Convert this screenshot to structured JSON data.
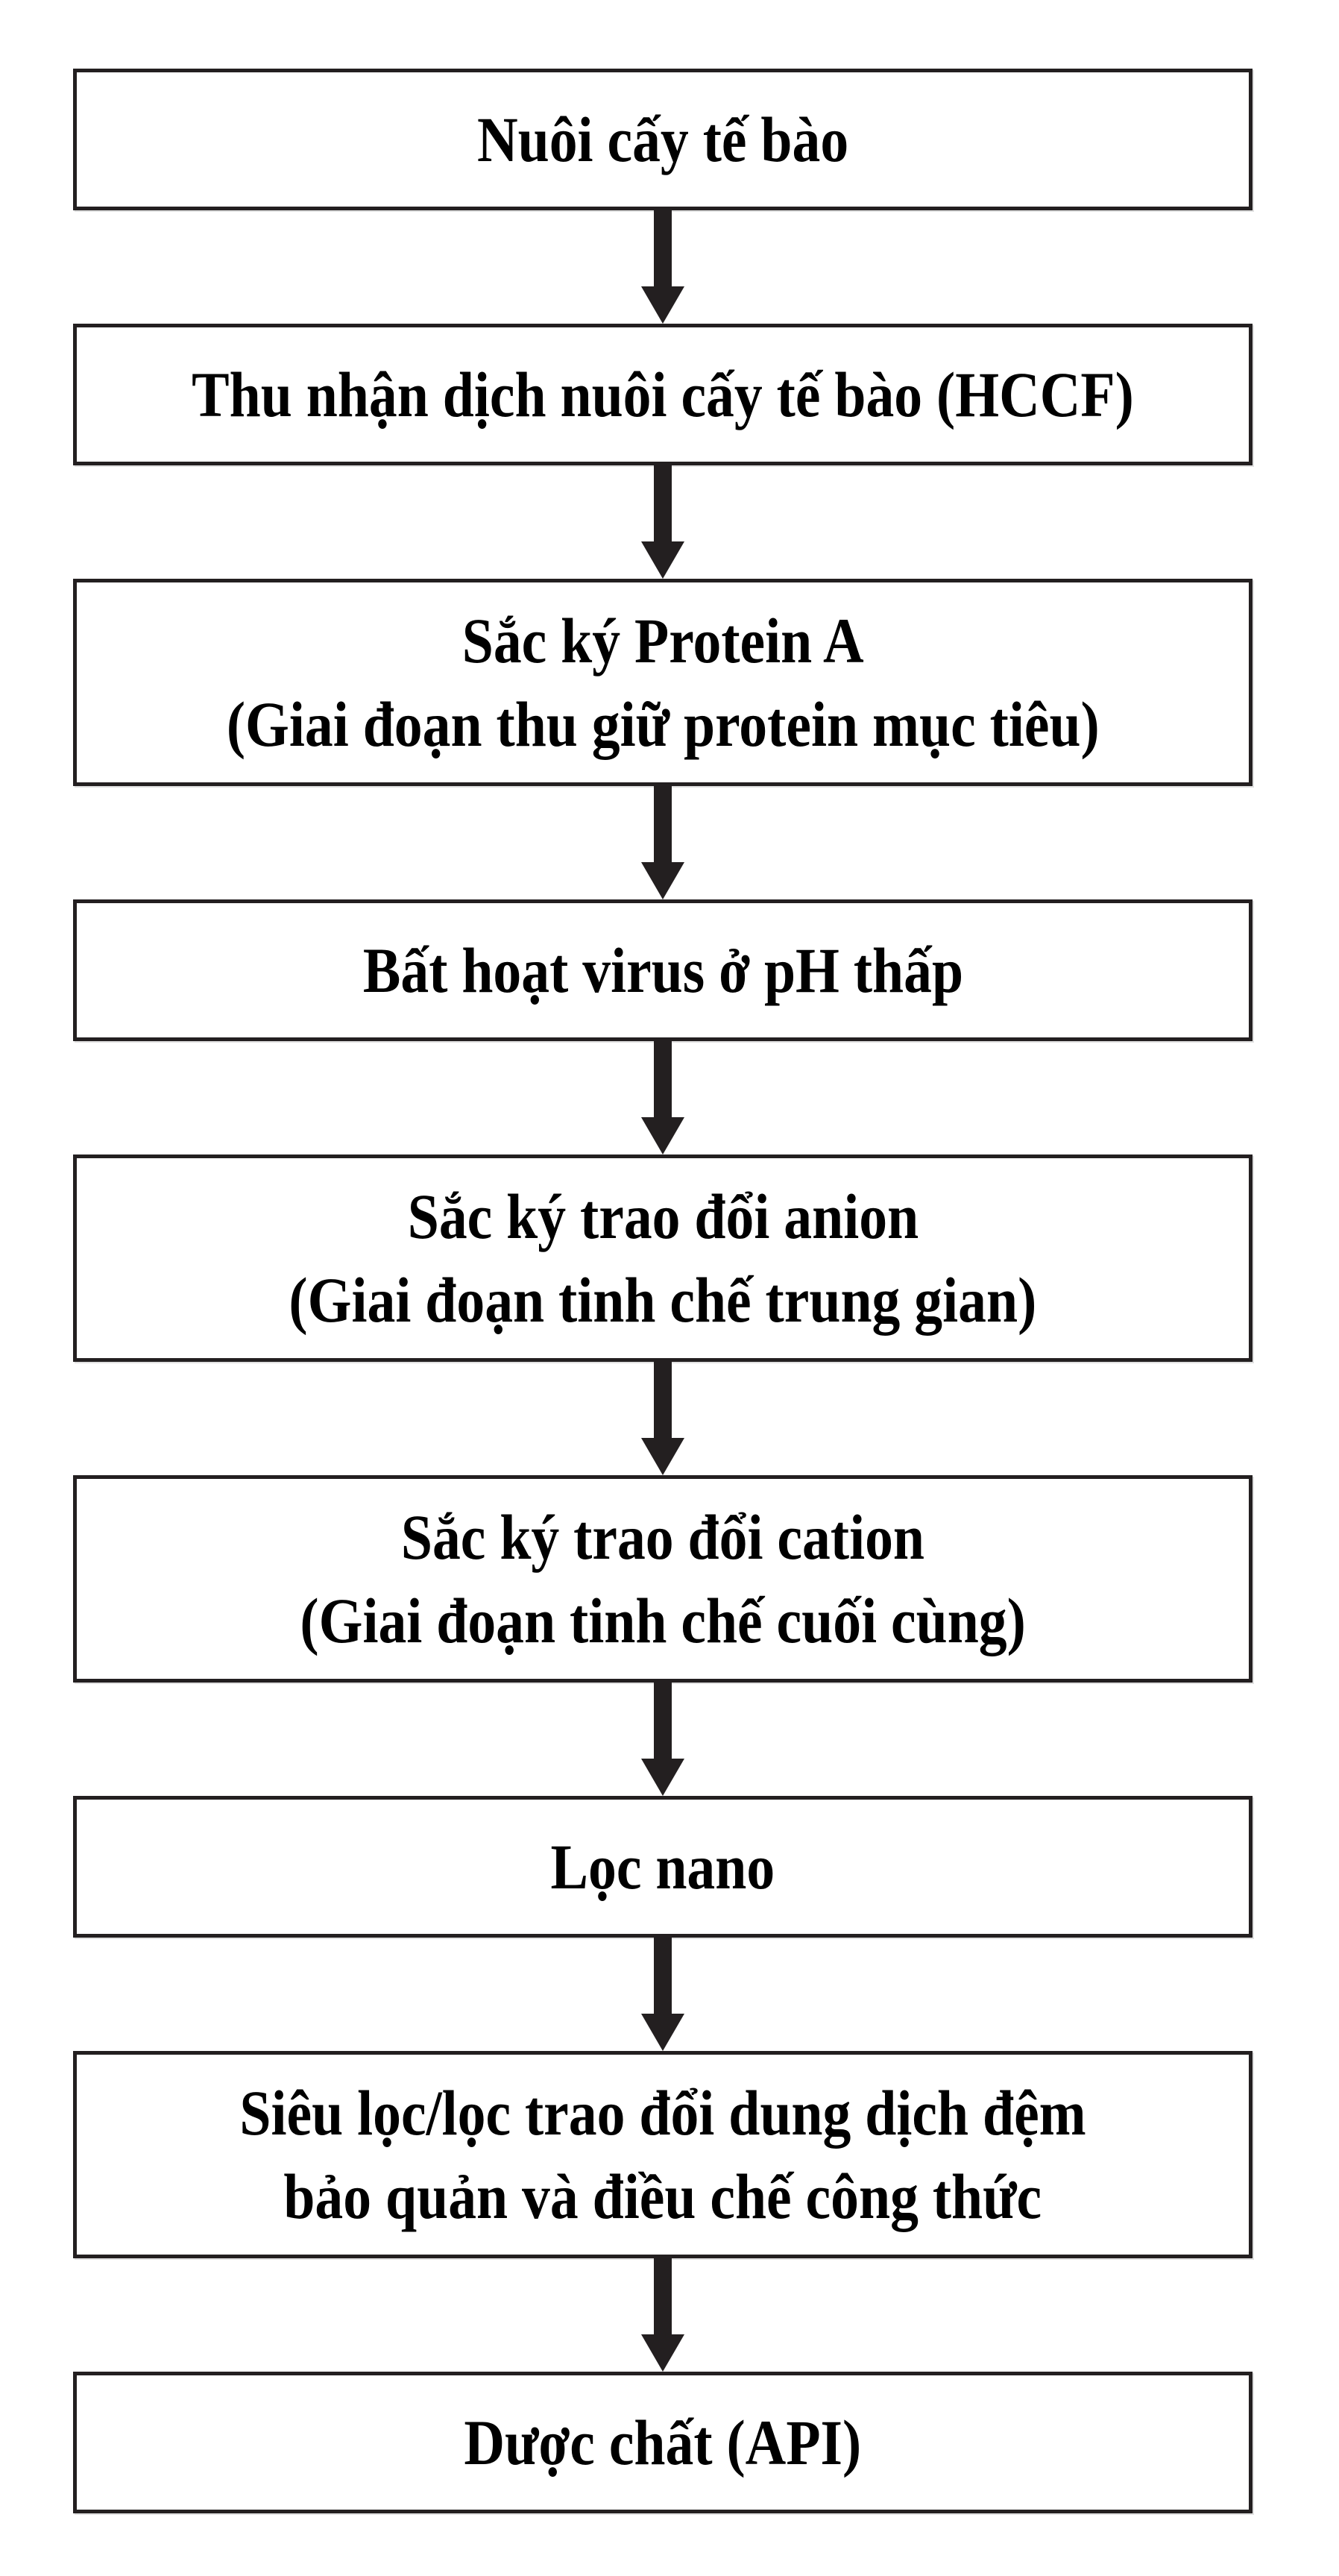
{
  "diagram": {
    "type": "flowchart",
    "direction": "top-to-bottom",
    "background_color": "#ffffff",
    "box_border_color": "#231f20",
    "text_color": "#000000",
    "arrow_color": "#231f20",
    "boxes": [
      {
        "id": "cell-culture",
        "lines": [
          "Nuôi cấy tế bào"
        ]
      },
      {
        "id": "harvest-hccf",
        "lines": [
          "Thu nhận dịch nuôi cấy tế bào (HCCF)"
        ]
      },
      {
        "id": "protein-a-chromatography",
        "lines": [
          "Sắc ký Protein A",
          "(Giai đoạn thu giữ protein mục tiêu)"
        ]
      },
      {
        "id": "low-ph-virus-inactivation",
        "lines": [
          "Bất hoạt virus ở pH thấp"
        ]
      },
      {
        "id": "anion-exchange-chromatography",
        "lines": [
          "Sắc ký trao đổi anion",
          "(Giai đoạn tinh chế trung gian)"
        ]
      },
      {
        "id": "cation-exchange-chromatography",
        "lines": [
          "Sắc ký trao đổi cation",
          "(Giai đoạn tinh chế cuối cùng)"
        ]
      },
      {
        "id": "nanofiltration",
        "lines": [
          "Lọc nano"
        ]
      },
      {
        "id": "uf-df-formulation",
        "lines": [
          "Siêu lọc/lọc trao đổi dung dịch đệm",
          "bảo quản và điều chế công thức"
        ]
      },
      {
        "id": "drug-substance-api",
        "lines": [
          "Dược chất (API)"
        ]
      }
    ]
  }
}
